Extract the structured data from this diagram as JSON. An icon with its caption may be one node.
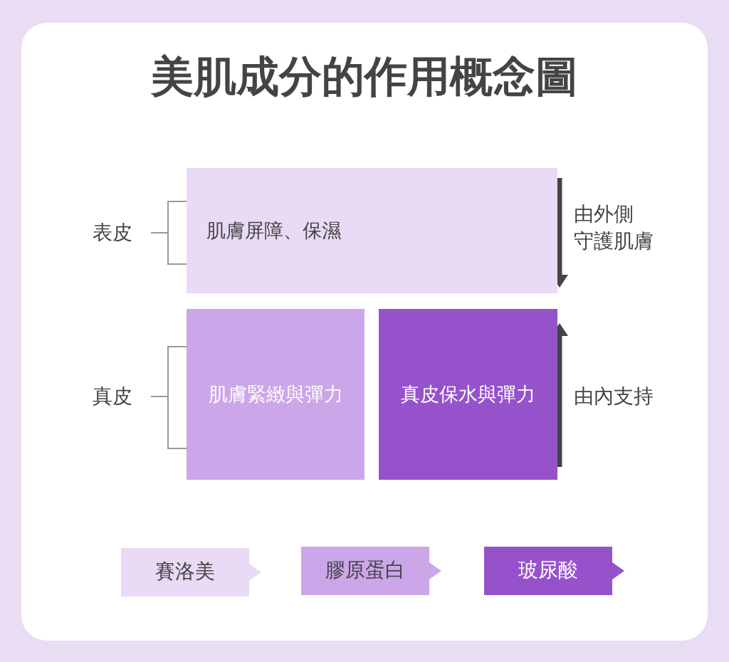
{
  "diagram": {
    "title": "美肌成分的作用概念圖",
    "nodes": [
      {
        "text": [
          "肌膚屏障、保濕"
        ]
      },
      {
        "text": [
          "肌膚緊緻與彈力"
        ]
      },
      {
        "text": [
          "真皮保水與彈力"
        ]
      }
    ],
    "labels": [
      "表皮",
      "真皮",
      "由外側守護肌膚",
      "由內支持"
    ],
    "legend": [
      {
        "text": "賽洛美",
        "color": "#e9daf5"
      },
      {
        "text": "膠原蛋白",
        "color": "#cba6e8"
      },
      {
        "text": "玻尿酸",
        "color": "#9652cb"
      }
    ]
  }
}
